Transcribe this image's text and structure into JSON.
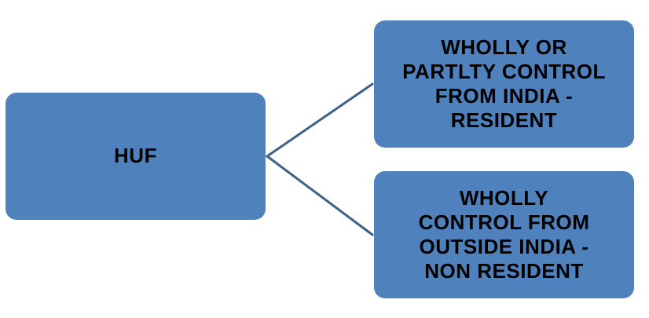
{
  "diagram": {
    "root": {
      "label": "HUF"
    },
    "children": [
      {
        "label": "WHOLLY  OR\nPARTLTY CONTROL\nFROM INDIA -\nRESIDENT"
      },
      {
        "label": "WHOLLY\nCONTROL FROM\nOUTSIDE INDIA -\nNON RESIDENT"
      }
    ],
    "colors": {
      "node_fill": "#4f81bd",
      "connector": "#3e5f8a",
      "text": "#000000"
    }
  }
}
